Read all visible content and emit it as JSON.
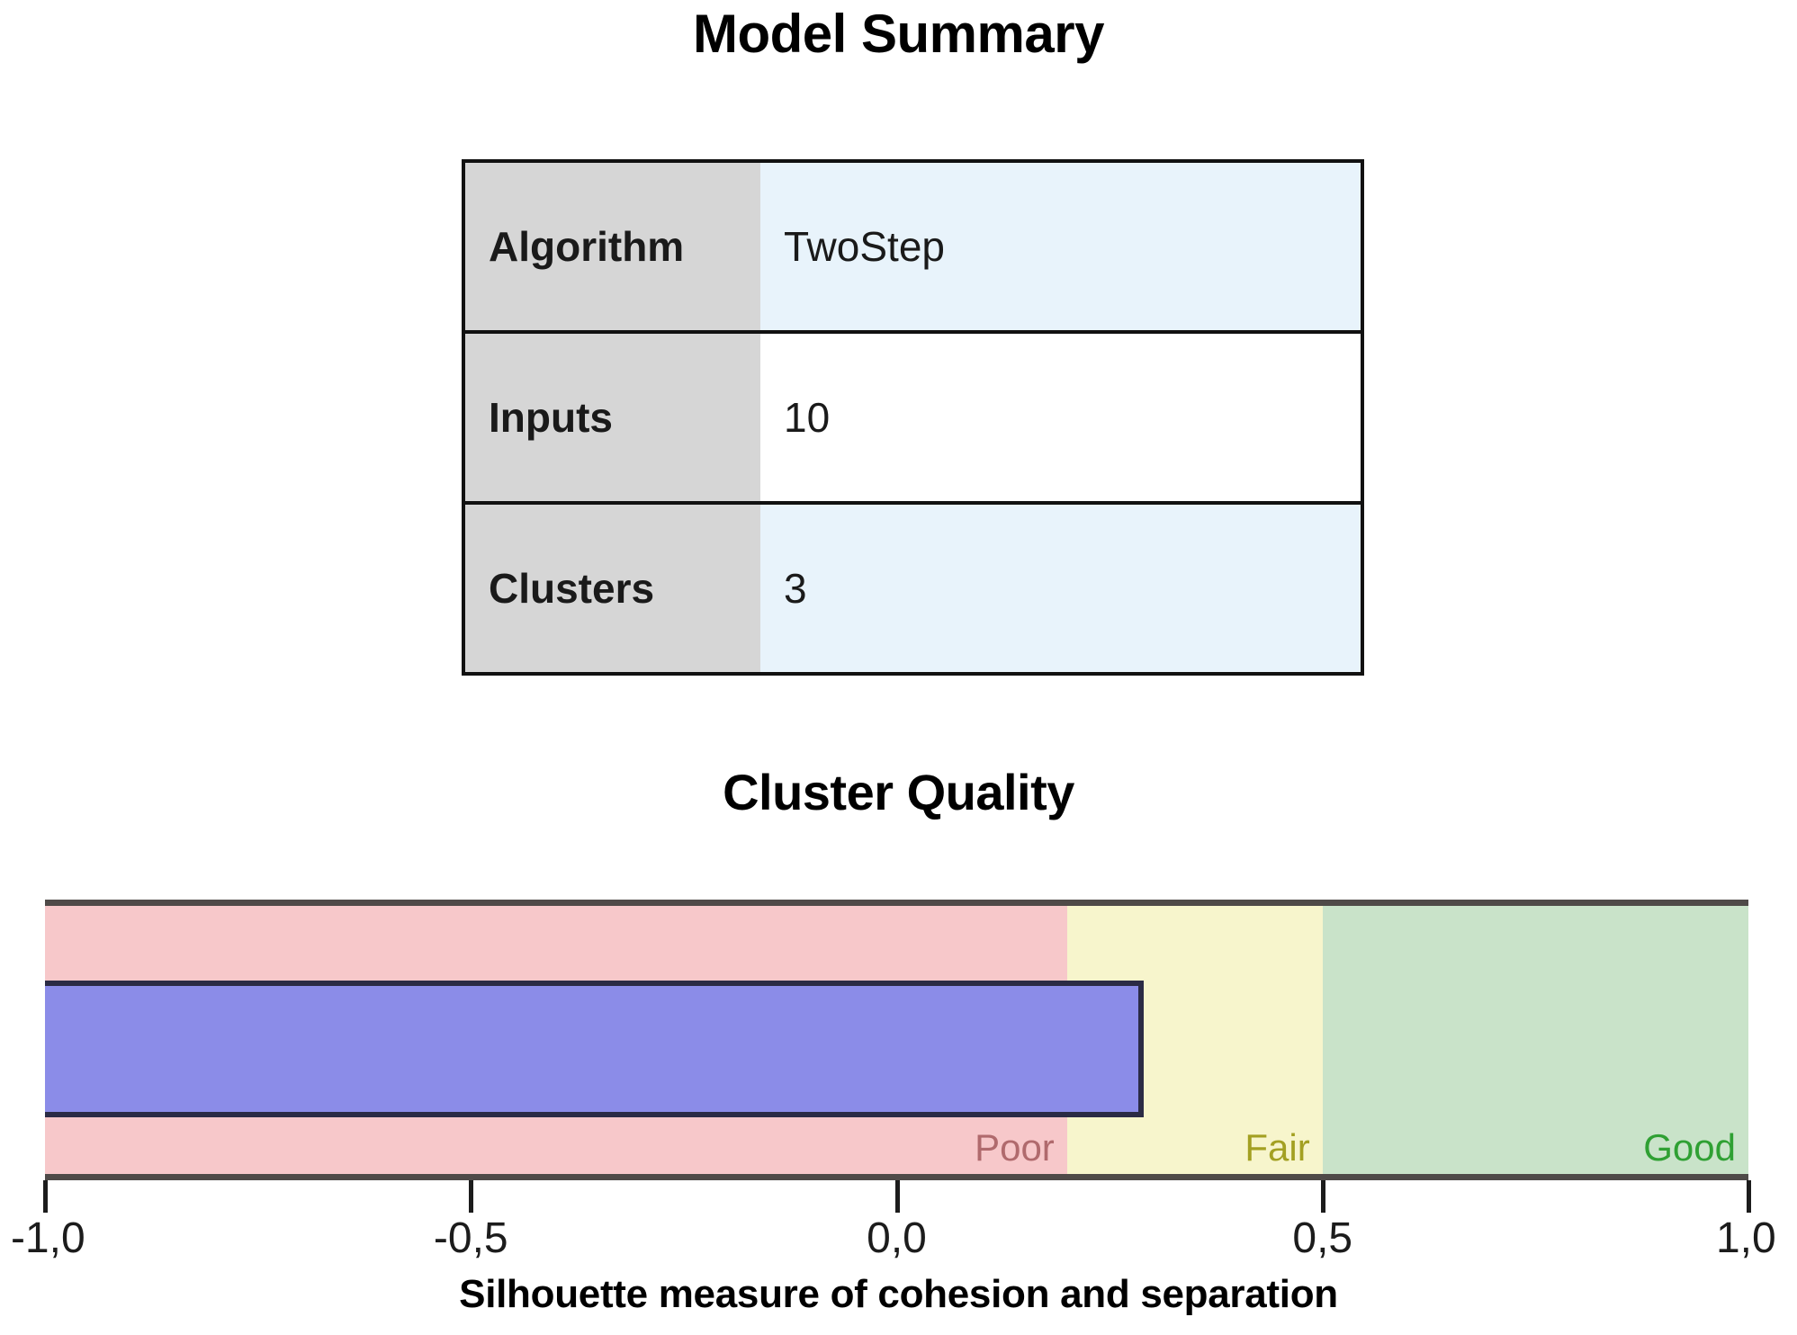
{
  "model_summary": {
    "title": "Model Summary",
    "rows": [
      {
        "label": "Algorithm",
        "value": "TwoStep",
        "tinted": true
      },
      {
        "label": "Inputs",
        "value": "10",
        "tinted": false
      },
      {
        "label": "Clusters",
        "value": "3",
        "tinted": true
      }
    ]
  },
  "cluster_quality": {
    "title": "Cluster Quality"
  },
  "chart_data": {
    "type": "bar",
    "title": "Cluster Quality",
    "orientation": "horizontal",
    "xlabel": "Silhouette measure of cohesion and separation",
    "ylabel": "",
    "xlim": [
      -1.0,
      1.0
    ],
    "grid": false,
    "legend": "none",
    "decimal_separator": ",",
    "tick_labels": [
      "-1,0",
      "-0,5",
      "0,0",
      "0,5",
      "1,0"
    ],
    "tick_values": [
      -1.0,
      -0.5,
      0.0,
      0.5,
      1.0
    ],
    "series": [
      {
        "name": "Silhouette measure",
        "values": [
          0.29
        ],
        "color": "#8b8ce8"
      }
    ],
    "bar_value": 0.29,
    "bands": [
      {
        "label": "Poor",
        "from": -1.0,
        "to": 0.2,
        "fill": "#f7c8ca",
        "text_color": "#b06a6d"
      },
      {
        "label": "Fair",
        "from": 0.2,
        "to": 0.5,
        "fill": "#f7f5cc",
        "text_color": "#a3a022"
      },
      {
        "label": "Good",
        "from": 0.5,
        "to": 1.0,
        "fill": "#c9e3c9",
        "text_color": "#2fa033"
      }
    ]
  },
  "colors": {
    "bar": "#8b8ce8",
    "bar_border": "#2b2b45",
    "poor_band": "#f7c8ca",
    "fair_band": "#f7f5cc",
    "good_band": "#c9e3c9",
    "table_label_bg": "#d6d6d6",
    "table_value_tint": "#e8f3fb",
    "axis": "#4f4a48"
  }
}
